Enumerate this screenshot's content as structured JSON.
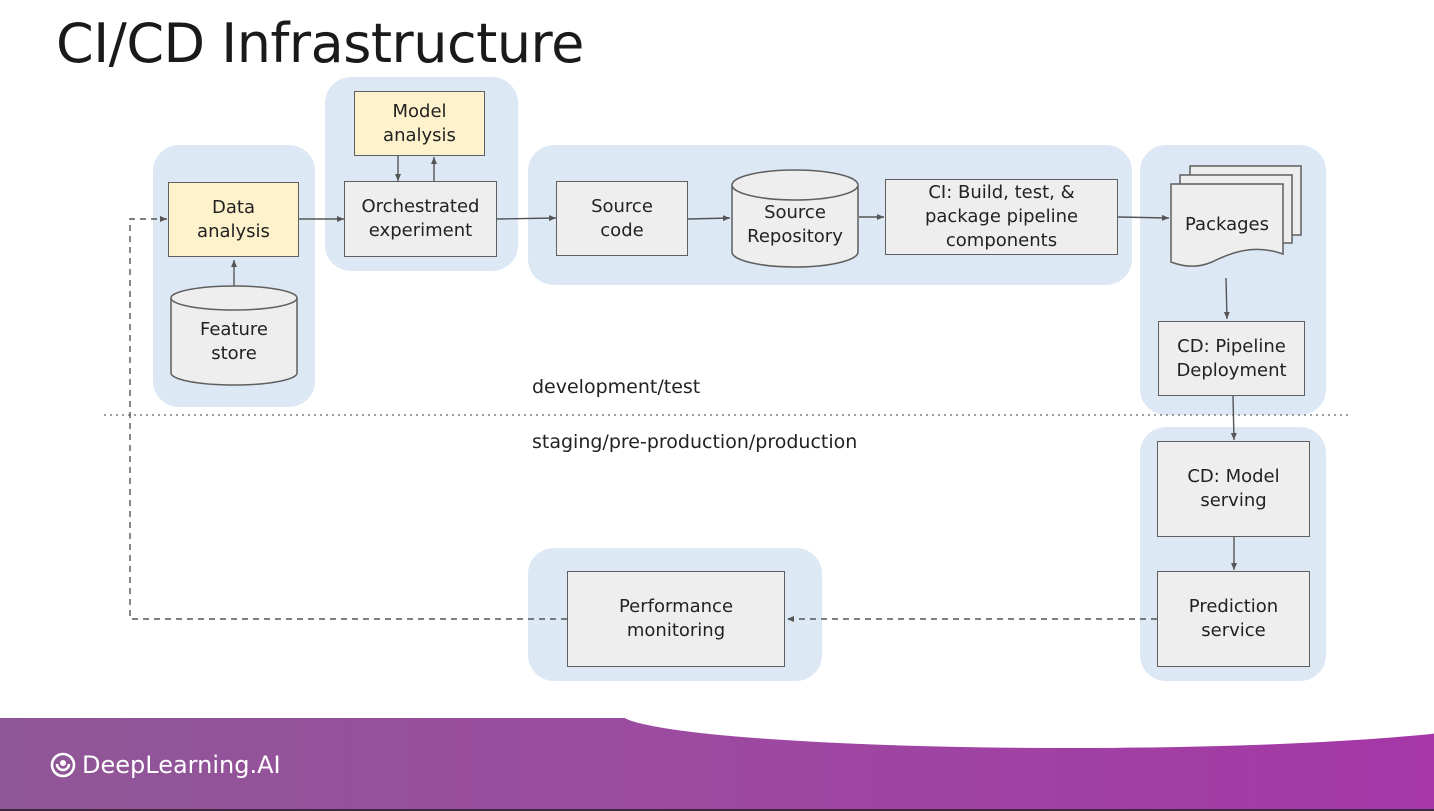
{
  "title": "CI/CD Infrastructure",
  "nodes": {
    "data_analysis": "Data\nanalysis",
    "feature_store": "Feature\nstore",
    "model_analysis": "Model\nanalysis",
    "orchestrated_experiment": "Orchestrated\nexperiment",
    "source_code": "Source\ncode",
    "source_repository": "Source\nRepository",
    "ci_build": "CI: Build, test, &\npackage pipeline\ncomponents",
    "packages": "Packages",
    "cd_pipeline": "CD: Pipeline\nDeployment",
    "cd_model_serving": "CD: Model\nserving",
    "prediction_service": "Prediction\nservice",
    "performance_monitoring": "Performance\nmonitoring"
  },
  "zones": {
    "dev": "development/test",
    "prod": "staging/pre-production/production"
  },
  "footer": {
    "brand": "DeepLearning.AI"
  },
  "colors": {
    "group_bg": "#dde8f5",
    "node_bg": "#eeeeee",
    "highlight_node_bg": "#fdf2cc",
    "footer_gradient_start": "#8f5796",
    "footer_gradient_end": "#a537a6"
  }
}
